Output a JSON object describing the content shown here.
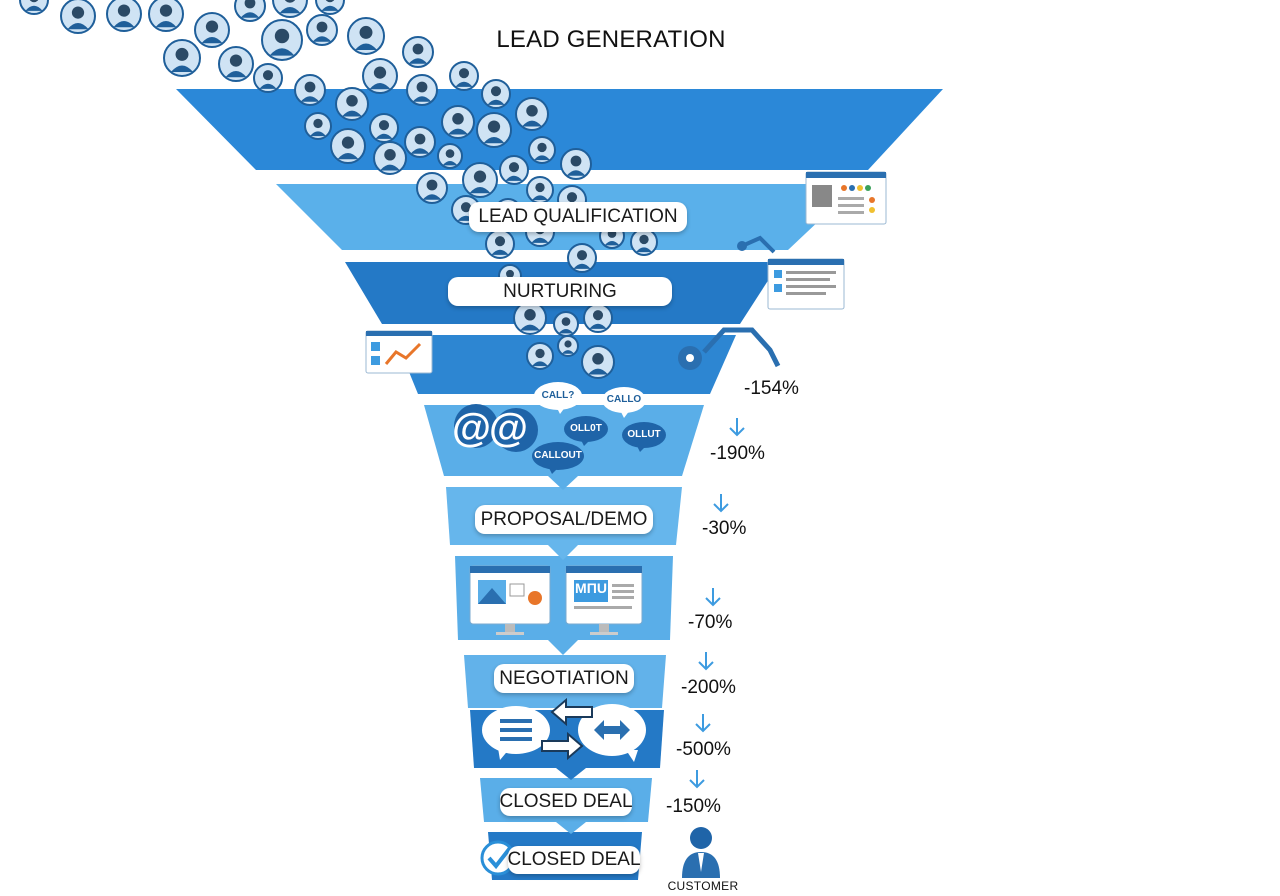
{
  "title": "LEAD GENERATION",
  "stages": [
    {
      "label": "LEAD QUALIFICATION"
    },
    {
      "label": "NURTURING"
    },
    {
      "label": "PROPOSAL/DEMO"
    },
    {
      "label": "NEGOTIATION"
    },
    {
      "label": "CLOSED DEAL"
    },
    {
      "label": "CLOSED DEAL"
    }
  ],
  "rates": [
    "-154%",
    "-190%",
    "-30%",
    "-70%",
    "-200%",
    "-500%",
    "-150%"
  ],
  "callouts": [
    "CALL?",
    "CALLO",
    "OLL0T",
    "CALLOUT",
    "OLLUT"
  ],
  "email_symbols": "@@",
  "monitor_text": "MΠU",
  "customer_label": "CUSTOMER",
  "colors": {
    "funnel_dark": "#1f78c8",
    "funnel_mid": "#3d9be0",
    "funnel_light": "#62b5ec",
    "icon_blue": "#2a6fb0"
  }
}
